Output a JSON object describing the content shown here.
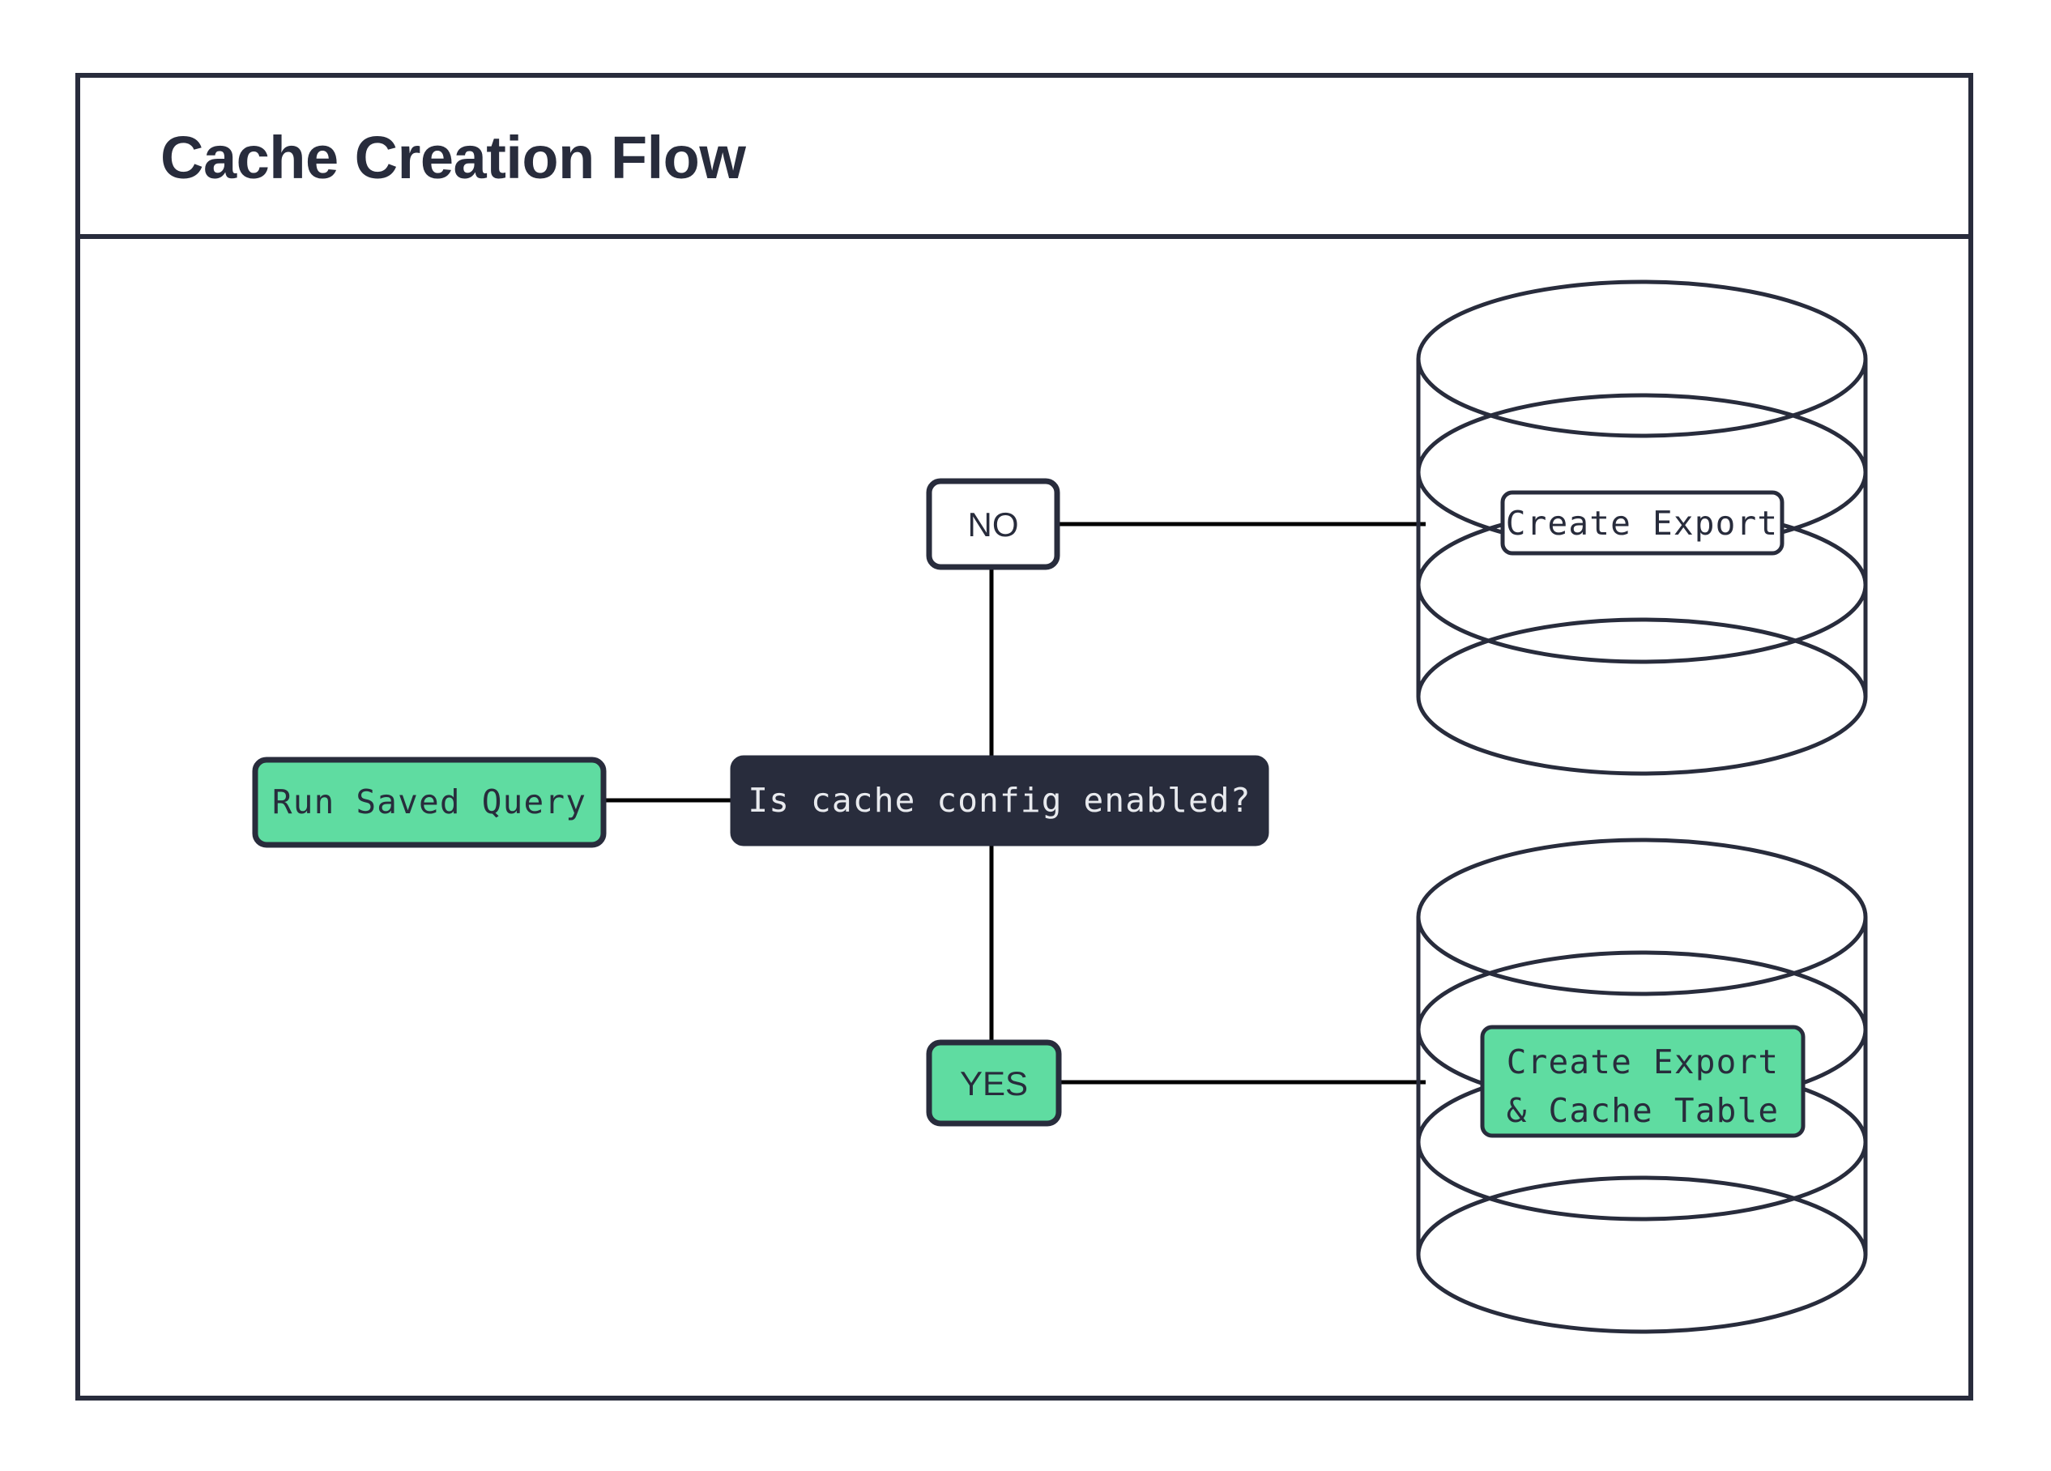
{
  "diagram": {
    "title": "Cache Creation Flow",
    "colors": {
      "frame_stroke": "#282C3C",
      "accent_green": "#5FDCA1",
      "dark_fill": "#282C3C",
      "light_text": "#E8EAEE",
      "edge_stroke": "#000000",
      "background": "#FFFFFF"
    },
    "nodes": {
      "start": {
        "label": "Run Saved Query",
        "shape": "rounded-rect",
        "fill": "#5FDCA1"
      },
      "decision": {
        "label": "Is cache config enabled?",
        "shape": "rounded-rect",
        "fill": "#282C3C"
      },
      "branch_no": {
        "label": "NO",
        "shape": "rounded-rect",
        "fill": "#FFFFFF"
      },
      "branch_yes": {
        "label": "YES",
        "shape": "rounded-rect",
        "fill": "#5FDCA1"
      },
      "db_top": {
        "shape": "cylinder",
        "label": "Create Export",
        "label_fill": "#FFFFFF"
      },
      "db_bottom": {
        "shape": "cylinder",
        "label_line1": "Create Export",
        "label_line2": "& Cache Table",
        "label_fill": "#5FDCA1"
      }
    },
    "edges": [
      {
        "from": "start",
        "to": "decision",
        "label": ""
      },
      {
        "from": "decision",
        "to": "branch_no",
        "label": ""
      },
      {
        "from": "decision",
        "to": "branch_yes",
        "label": ""
      },
      {
        "from": "branch_no",
        "to": "db_top",
        "label": ""
      },
      {
        "from": "branch_yes",
        "to": "db_bottom",
        "label": ""
      }
    ]
  }
}
